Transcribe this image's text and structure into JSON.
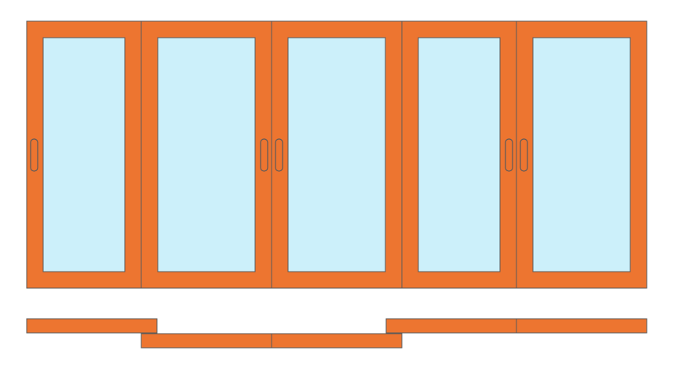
{
  "diagram": {
    "kind": "sliding-door-elevation-and-plan",
    "panel_count": 5,
    "colors": {
      "frame": "#ED7530",
      "glass": "#CCF0FA",
      "outline": "#5A5A5A",
      "background": "#FFFFFF"
    },
    "panels": [
      {
        "id": "panel-1",
        "handles": [
          "left"
        ]
      },
      {
        "id": "panel-2",
        "handles": [
          "right"
        ]
      },
      {
        "id": "panel-3",
        "handles": [
          "left"
        ]
      },
      {
        "id": "panel-4",
        "handles": [
          "right"
        ]
      },
      {
        "id": "panel-5",
        "handles": [
          "left"
        ]
      }
    ],
    "plan_tracks": {
      "outer": [
        "panel-1",
        "panel-4",
        "panel-5"
      ],
      "inner": [
        "panel-2",
        "panel-3"
      ]
    }
  }
}
